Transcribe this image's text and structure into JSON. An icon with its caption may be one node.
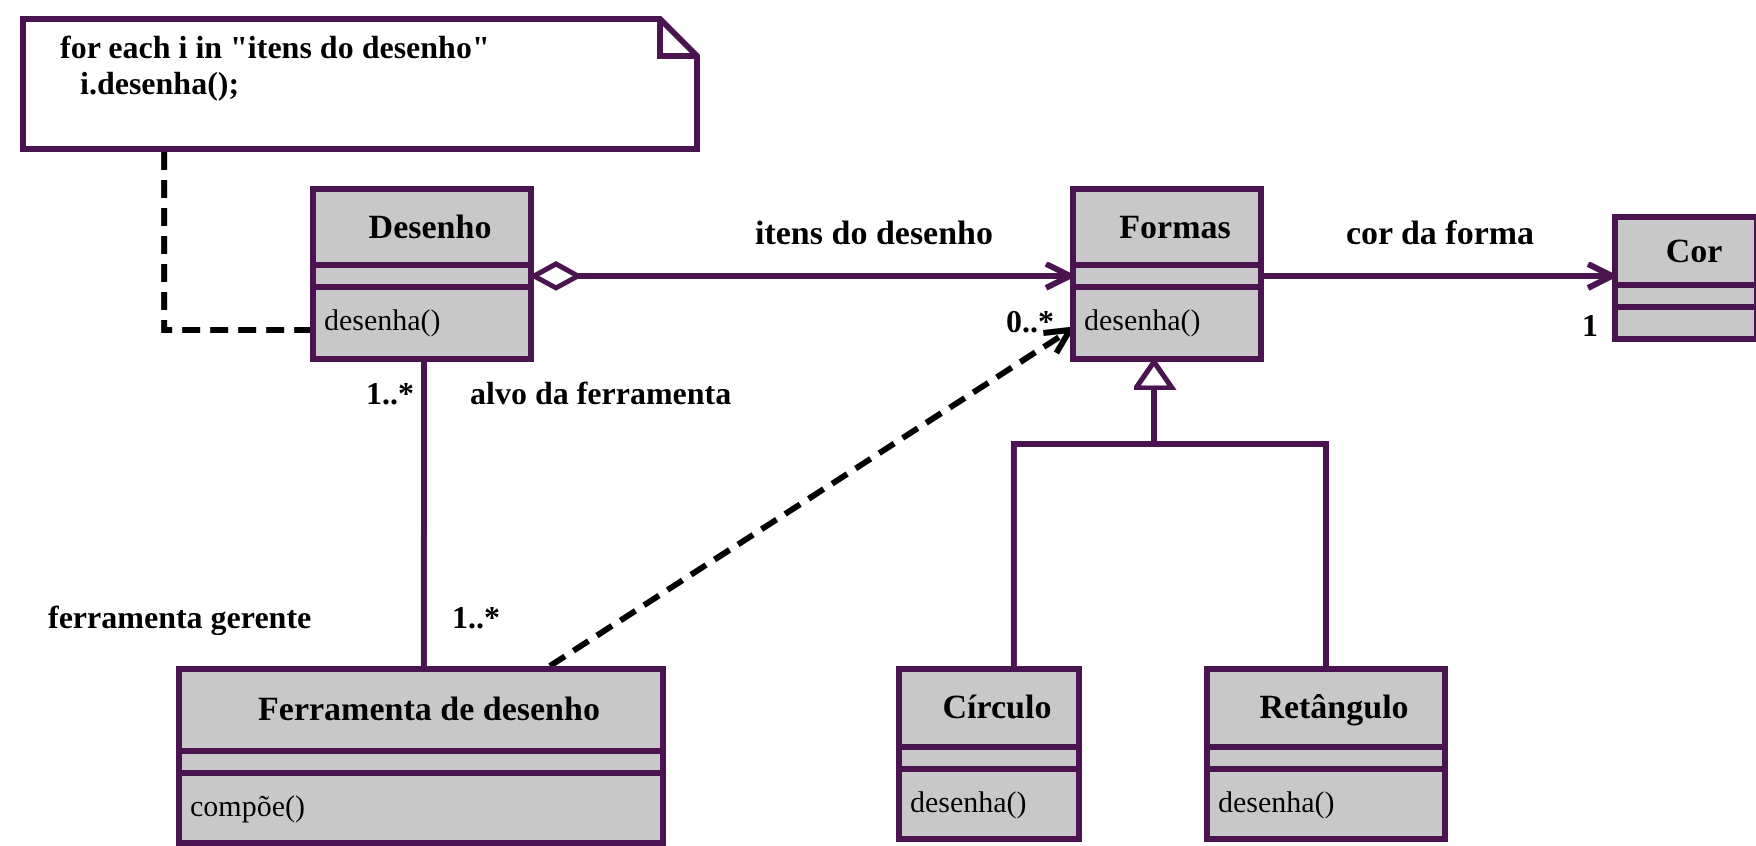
{
  "diagram": {
    "nodes": [
      {
        "text": [
          "for each i in \"itens do desenho\"",
          "i.desenha();"
        ]
      },
      {
        "text": [
          "Desenho",
          "desenha()"
        ]
      },
      {
        "text": [
          "Formas",
          "desenha()"
        ]
      },
      {
        "text": [
          "Cor"
        ],
        "beside": [
          "1"
        ]
      },
      {
        "text": [
          "Ferramenta de desenho",
          "compõe()"
        ]
      },
      {
        "text": [
          "Círculo",
          "desenha()"
        ]
      },
      {
        "text": [
          "Retângulo",
          "desenha()"
        ]
      }
    ],
    "edges": [
      {
        "from": 0,
        "to": 1,
        "arrow": "none",
        "style": "dashed",
        "color": "#000000"
      },
      {
        "from": 1,
        "to": 2,
        "arrow": "to",
        "label": "itens do desenho"
      },
      {
        "from": 2,
        "to": 3,
        "arrow": "to",
        "label": "cor da forma"
      },
      {
        "from": 1,
        "to": 4,
        "arrow": "none"
      },
      {
        "from": 4,
        "to": 2,
        "arrow": "to",
        "style": "dashed",
        "color": "#000000"
      },
      {
        "from": 5,
        "to": 2,
        "arrow": "to"
      },
      {
        "from": 6,
        "to": 2,
        "arrow": "to"
      }
    ],
    "labels": [
      "0..*",
      "1..*",
      "alvo da ferramenta",
      "ferramenta gerente",
      "1..*"
    ]
  }
}
